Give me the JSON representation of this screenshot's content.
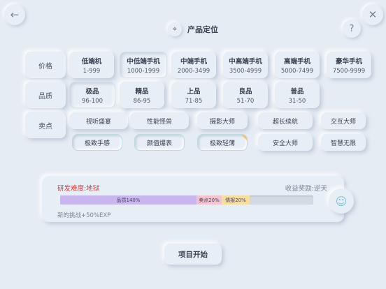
{
  "header": {
    "title": "产品定位",
    "back_icon": "←",
    "close_icon": "✕",
    "hint_icon": "?",
    "title_icon": "⌖"
  },
  "rows": {
    "price_label": "价格",
    "quality_label": "品质",
    "selling_label": "卖点"
  },
  "price_options": [
    {
      "name": "低端机",
      "range": "1-999",
      "selected": false
    },
    {
      "name": "中低端手机",
      "range": "1000-1999",
      "selected": true
    },
    {
      "name": "中端手机",
      "range": "2000-3499",
      "selected": false
    },
    {
      "name": "中高端手机",
      "range": "3500-4999",
      "selected": false
    },
    {
      "name": "高端手机",
      "range": "5000-7499",
      "selected": false
    },
    {
      "name": "豪华手机",
      "range": "7500-9999",
      "selected": false
    }
  ],
  "quality_options": [
    {
      "name": "极品",
      "range": "96-100",
      "selected": true
    },
    {
      "name": "精品",
      "range": "86-95",
      "selected": false
    },
    {
      "name": "上品",
      "range": "71-85",
      "selected": false
    },
    {
      "name": "良品",
      "range": "51-70",
      "selected": false
    },
    {
      "name": "普品",
      "range": "31-50",
      "selected": false
    }
  ],
  "selling_points": [
    {
      "label": "视听盛宴",
      "selected": false
    },
    {
      "label": "性能怪兽",
      "selected": false
    },
    {
      "label": "摄影大师",
      "selected": false
    },
    {
      "label": "超长续航",
      "selected": false
    },
    {
      "label": "交互大师",
      "selected": false
    },
    {
      "label": "极致手感",
      "selected": true
    },
    {
      "label": "颜值爆表",
      "selected": true
    },
    {
      "label": "极致轻薄",
      "selected": true,
      "marked": true
    },
    {
      "label": "安全大师",
      "selected": false
    },
    {
      "label": "智慧无限",
      "selected": false
    }
  ],
  "panel": {
    "difficulty": "研发难度:地狱",
    "reward": "收益奖励:逆天",
    "exp_text": "新的挑战+50%EXP",
    "bar": [
      {
        "label": "品质140%",
        "fraction": 0.54,
        "color": "#c9b6ee"
      },
      {
        "label": "卖点20%",
        "fraction": 0.1,
        "color": "#f2c4cf"
      },
      {
        "label": "情报20%",
        "fraction": 0.11,
        "color": "#f5dea2"
      }
    ],
    "avatar_icon": "☺"
  },
  "start_button": "项目开始",
  "colors": {
    "difficulty": "#d93b3b",
    "accent": "#7cc4d8",
    "marker": "#f1c27d"
  }
}
